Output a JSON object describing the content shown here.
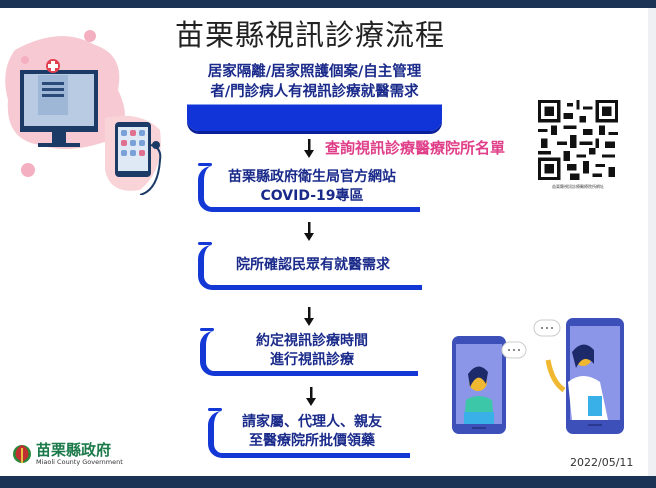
{
  "title": "苗栗縣視訊診療流程",
  "steps": [
    {
      "lines": [
        "居家隔離/居家照護個案/自主管理",
        "者/門診病人有視訊診療就醫需求"
      ]
    },
    {
      "lines": [
        "苗栗縣政府衛生局官方網站",
        "COVID-19專區"
      ]
    },
    {
      "lines": [
        "院所確認民眾有就醫需求"
      ]
    },
    {
      "lines": [
        "約定視訊診療時間",
        "進行視訊診療"
      ]
    },
    {
      "lines": [
        "請家屬、代理人、親友",
        "至醫療院所批價領藥"
      ]
    }
  ],
  "query_label": "查詢視訊診療醫療院所名單",
  "qr_caption": "苗栗縣視訊診療醫療院所網址",
  "logo": {
    "name_zh": "苗栗縣政府",
    "name_en": "Miaoli County Government"
  },
  "date": "2022/05/11",
  "colors": {
    "navy_bar": "#1b3354",
    "step_blue": "#1338d6",
    "step_text": "#1a2a8a",
    "query_pink": "#e0408a"
  }
}
